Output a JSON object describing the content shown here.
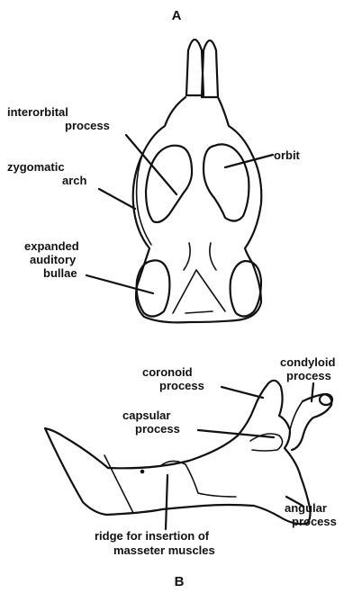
{
  "figure": {
    "panel_a": "A",
    "panel_b": "B"
  },
  "skull_labels": {
    "interorbital_1": "interorbital",
    "interorbital_2": "process",
    "orbit": "orbit",
    "zygomatic_1": "zygomatic",
    "zygomatic_2": "arch",
    "auditory_1": "expanded",
    "auditory_2": "auditory",
    "auditory_3": "bullae"
  },
  "jaw_labels": {
    "condyloid_1": "condyloid",
    "condyloid_2": "process",
    "coronoid_1": "coronoid",
    "coronoid_2": "process",
    "capsular_1": "capsular",
    "capsular_2": "process",
    "angular_1": "angular",
    "angular_2": "process",
    "ridge_1": "ridge for insertion of",
    "ridge_2": "masseter muscles"
  }
}
